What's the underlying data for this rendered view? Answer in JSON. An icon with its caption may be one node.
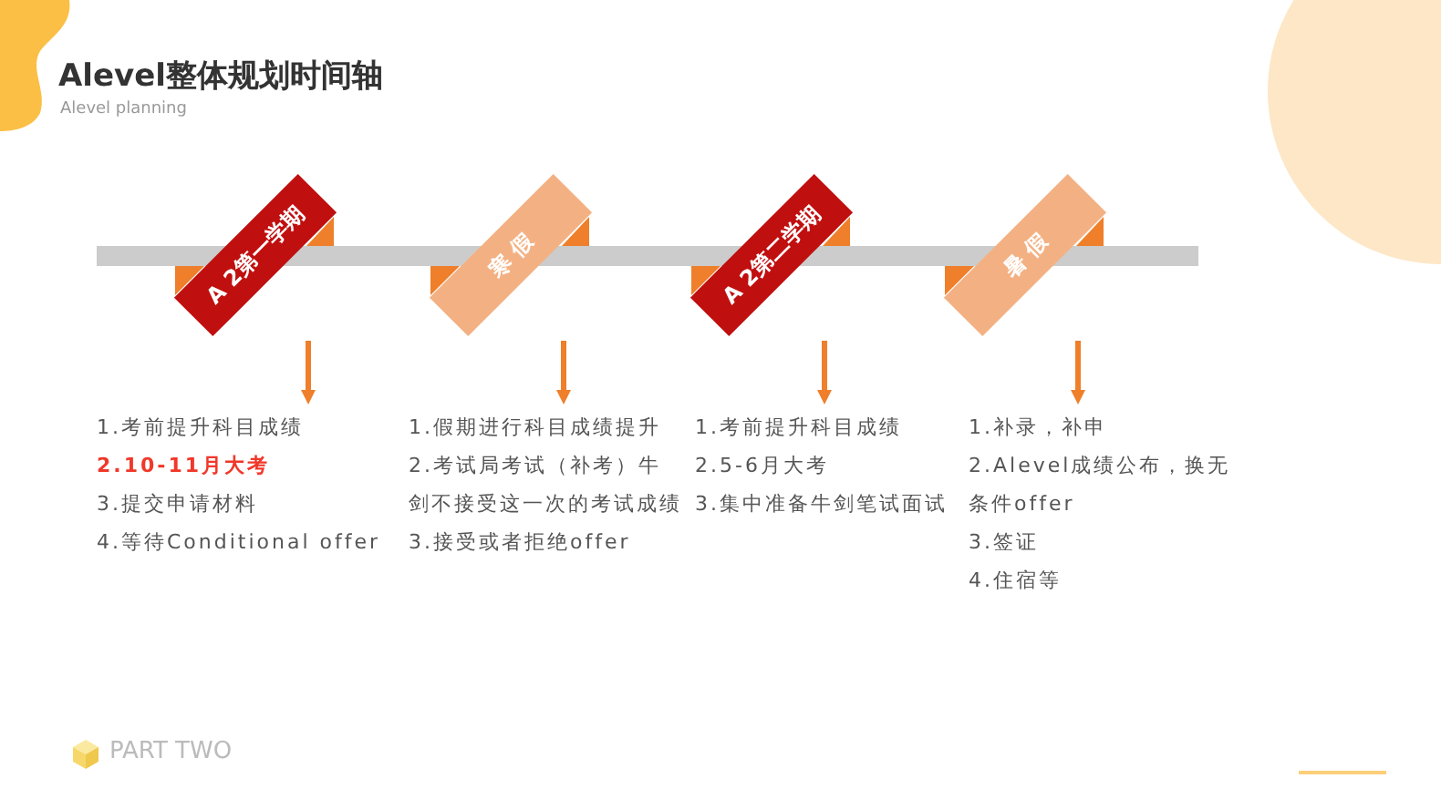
{
  "diagram": {
    "title": "Alevel整体规划时间轴",
    "nodes": [
      {
        "text": [
          "A 2第一学期"
        ]
      },
      {
        "text": [
          "寒 假"
        ]
      },
      {
        "text": [
          "A 2第二学期"
        ]
      },
      {
        "text": [
          "暑 假"
        ]
      },
      {
        "text": [
          "1.考前提升科目成绩",
          "2.10-11月大考",
          "3.提交申请材料",
          "4.等待Conditional offer"
        ]
      },
      {
        "text": [
          "1.假期进行科目成绩提升",
          "2.考试局考试（补考）牛剑不接受这一次的考试成绩",
          "3.接受或者拒绝offer"
        ]
      },
      {
        "text": [
          "1.考前提升科目成绩",
          "2.5-6月大考",
          "3.集中准备牛剑笔试面试"
        ]
      },
      {
        "text": [
          "1.补录，补申",
          "2.Alevel成绩公布，换无条件offer",
          "3.签证",
          "4.住宿等"
        ]
      }
    ],
    "edges": [
      {
        "from": 0,
        "to": 4,
        "arrow": "to"
      },
      {
        "from": 1,
        "to": 5,
        "arrow": "to"
      },
      {
        "from": 2,
        "to": 6,
        "arrow": "to"
      },
      {
        "from": 3,
        "to": 7,
        "arrow": "to"
      }
    ],
    "labels": [
      "Alevel planning",
      "PART TWO"
    ]
  }
}
